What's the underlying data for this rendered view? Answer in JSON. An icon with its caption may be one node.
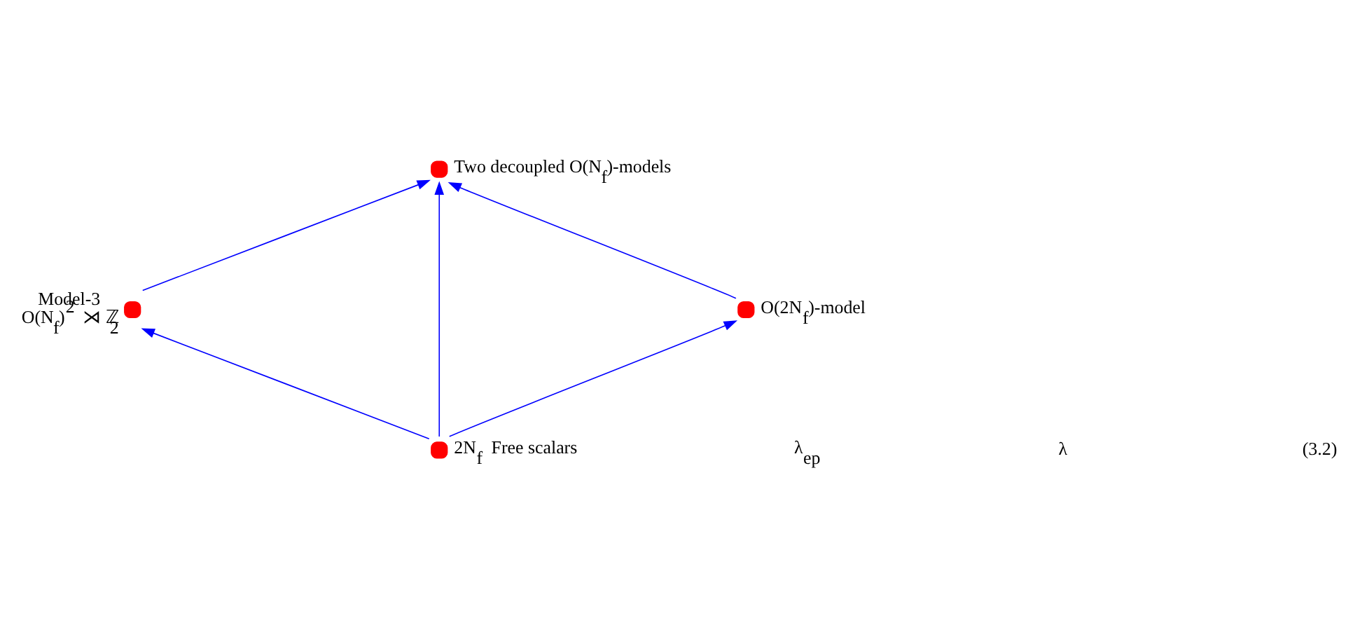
{
  "diagram": {
    "nodes": [
      {
        "text": [],
        "shape": "circle",
        "beside": [
          "Two decoupled O(N$_{f}$)-models"
        ]
      },
      {
        "text": [],
        "shape": "circle",
        "beside": [
          "Model-3",
          "O(N$_{f}$)$^{2}$ ⋊ ℤ$_{2}$"
        ]
      },
      {
        "text": [],
        "shape": "circle",
        "beside": [
          "O(2N$_{f}$)-model"
        ]
      },
      {
        "text": [],
        "shape": "circle",
        "beside": [
          "2N$_{f}$ Free scalars"
        ]
      }
    ],
    "edges": [
      {
        "from": 1,
        "to": 0,
        "arrow": "to",
        "color": "#0000ff"
      },
      {
        "from": 2,
        "to": 0,
        "arrow": "to",
        "color": "#0000ff"
      },
      {
        "from": 3,
        "to": 0,
        "arrow": "to",
        "color": "#0000ff"
      },
      {
        "from": 3,
        "to": 1,
        "arrow": "to",
        "color": "#0000ff"
      },
      {
        "from": 3,
        "to": 2,
        "arrow": "to",
        "color": "#0000ff"
      }
    ],
    "labels": [
      "λ$_{ep}$",
      "λ",
      "(3.2)"
    ]
  }
}
